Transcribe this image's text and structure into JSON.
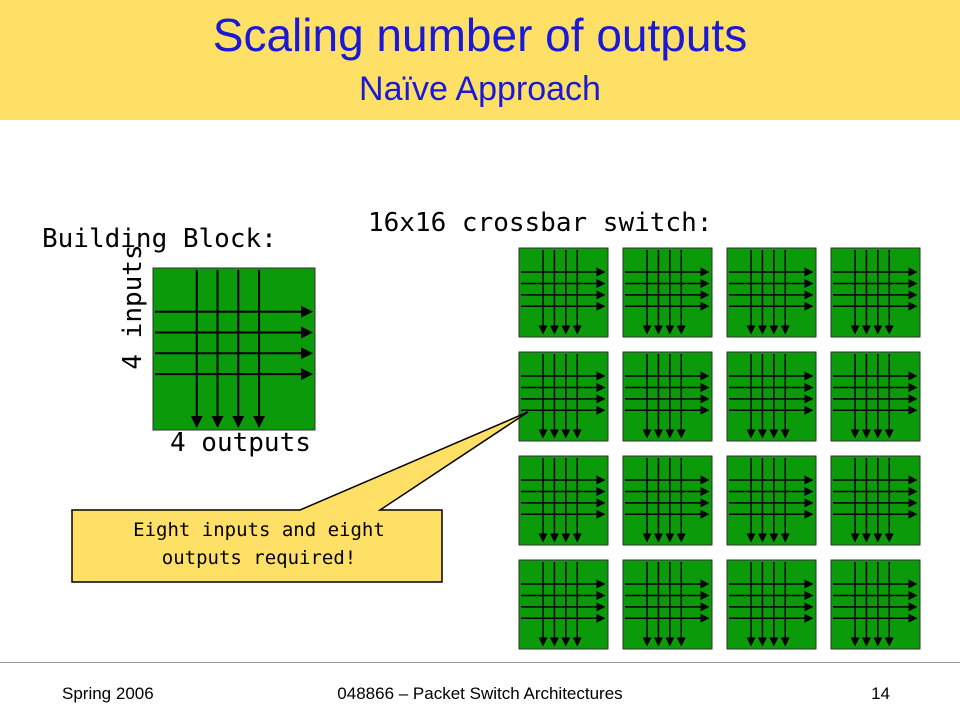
{
  "slide": {
    "title": "Scaling number of outputs",
    "subtitle": "Naïve Approach",
    "building_block_label": "Building Block:",
    "inputs_label": "4 inputs",
    "outputs_label": "4 outputs",
    "crossbar_label": "16x16 crossbar switch:",
    "callout_line1": "Eight inputs and eight",
    "callout_line2": "outputs required!"
  },
  "footer": {
    "left": "Spring 2006",
    "center": "048866 – Packet Switch Architectures",
    "right": "14"
  },
  "colors": {
    "title_band": "#ffe066",
    "title_text": "#1a1ad6",
    "block_fill": "#0a9a0a",
    "callout_fill": "#ffe066"
  },
  "crossbar": {
    "rows": 4,
    "cols": 4,
    "lines_per_block": 4
  }
}
